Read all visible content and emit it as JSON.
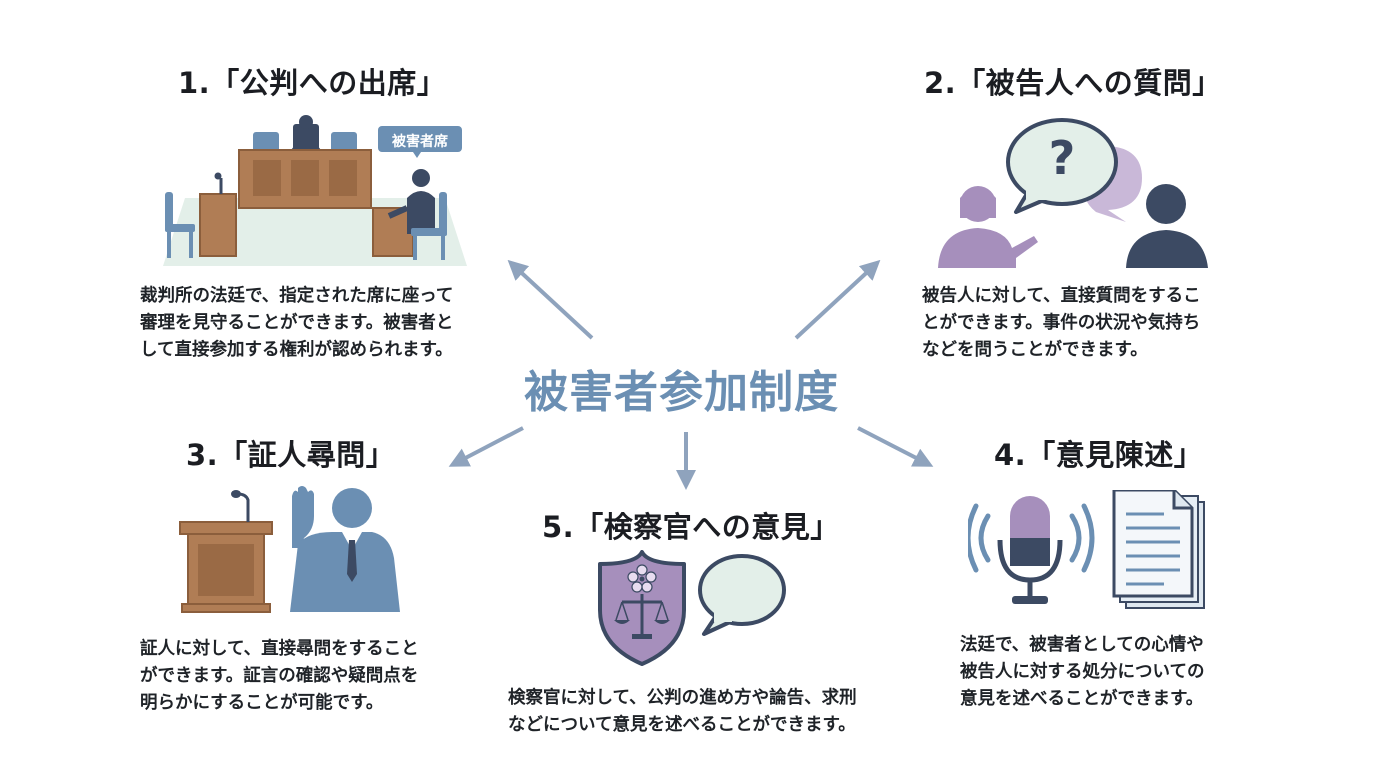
{
  "center": {
    "title": "被害者参加制度"
  },
  "sections": [
    {
      "title": "1.「公判への出席」",
      "badge": "被害者席",
      "lines": [
        "裁判所の法廷で、指定された席に座って",
        "審理を見守ることができます。被害者と",
        "して直接参加する権利が認められます。"
      ]
    },
    {
      "title": "2.「被告人への質問」",
      "badge": "?",
      "lines": [
        "被告人に対して、直接質問をするこ",
        "とができます。事件の状況や気持ち",
        "などを問うことができます。"
      ]
    },
    {
      "title": "3.「証人尋問」",
      "lines": [
        "証人に対して、直接尋問をすること",
        "ができます。証言の確認や疑問点を",
        "明らかにすることが可能です。"
      ]
    },
    {
      "title": "4.「意見陳述」",
      "lines": [
        "法廷で、被害者としての心情や",
        "被告人に対する処分についての",
        "意見を述べることができます。"
      ]
    },
    {
      "title": "5.「検察官への意見」",
      "lines": [
        "検察官に対して、公判の進め方や論告、求刑",
        "などについて意見を述べることができます。"
      ]
    }
  ],
  "colors": {
    "accent": "#6b8fb3",
    "wood": "#b07d55",
    "navy": "#3c4a63",
    "lavender": "#a68fbc",
    "mint": "#e3efe9"
  }
}
